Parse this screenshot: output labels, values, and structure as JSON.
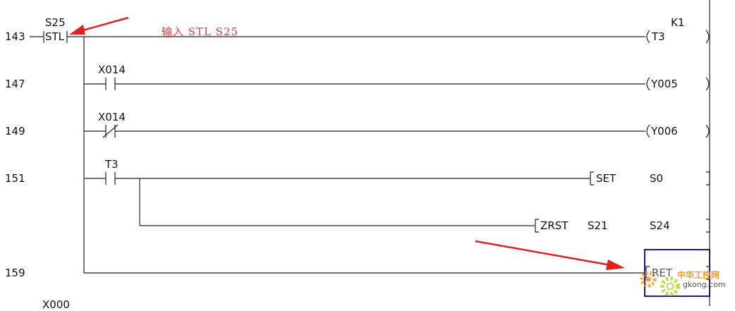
{
  "steps": [
    "143",
    "147",
    "149",
    "151",
    "159"
  ],
  "bottom_contact": "X000",
  "annotation": {
    "text": "输入    STL    S25",
    "color": "#e23b3b"
  },
  "rows": {
    "r143": {
      "stl_device": "S25",
      "stl_label": "STL",
      "coil_device": "T3",
      "coil_const": "K1"
    },
    "r147": {
      "contact": "X014",
      "coil": "Y005"
    },
    "r149": {
      "contact": "X014",
      "coil": "Y006"
    },
    "r151": {
      "contact": "T3",
      "instr": "SET",
      "operand": "S0"
    },
    "r151b": {
      "instr": "ZRST",
      "operand1": "S21",
      "operand2": "S24"
    },
    "r159": {
      "instr": "RET"
    }
  },
  "watermark": {
    "brand": "中华工控网",
    "url": "gkong.com"
  },
  "colors": {
    "arrow": "#e02020",
    "highlight_box": "#1a1a8c",
    "line": "#222222"
  }
}
